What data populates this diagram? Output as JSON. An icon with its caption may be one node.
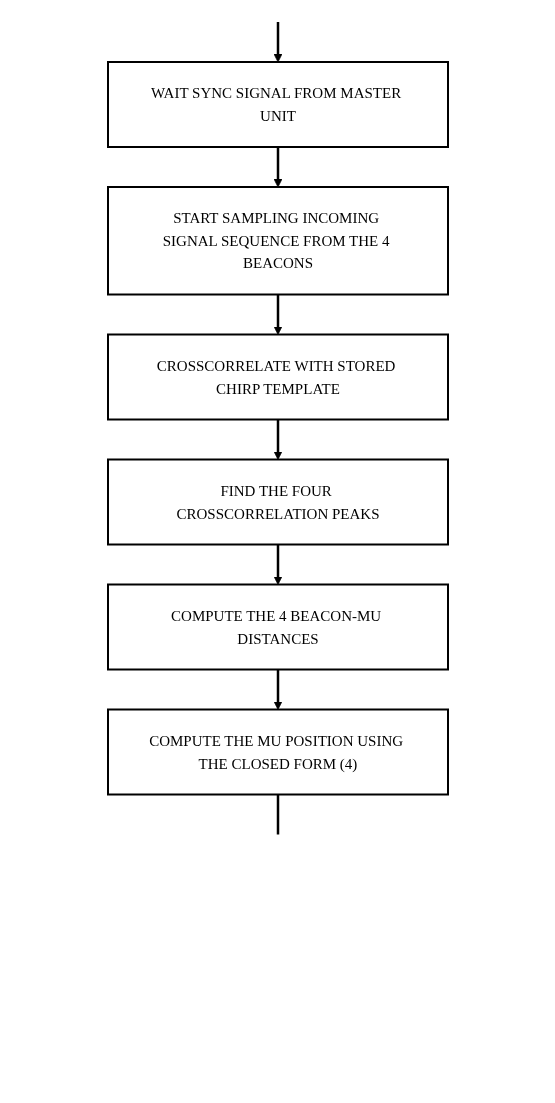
{
  "diagram": {
    "nodes": [
      {
        "text": [
          "WAIT SYNC SIGNAL FROM MASTER UNIT"
        ]
      },
      {
        "text": [
          "START SAMPLING INCOMING SIGNAL SEQUENCE FROM THE 4 BEACONS"
        ]
      },
      {
        "text": [
          "CROSSCORRELATE WITH STORED CHIRP TEMPLATE"
        ]
      },
      {
        "text": [
          "FIND THE FOUR CROSSCORRELATION PEAKS"
        ]
      },
      {
        "text": [
          "COMPUTE THE 4 BEACON-MU DISTANCES"
        ]
      },
      {
        "text": [
          "COMPUTE THE MU POSITION USING THE CLOSED FORM (4)"
        ]
      }
    ],
    "edges": [
      {
        "from": null,
        "to": 0,
        "arrow": "to"
      },
      {
        "from": 0,
        "to": 1,
        "arrow": "to"
      },
      {
        "from": 1,
        "to": 2,
        "arrow": "to"
      },
      {
        "from": 2,
        "to": 3,
        "arrow": "to"
      },
      {
        "from": 3,
        "to": 4,
        "arrow": "to"
      },
      {
        "from": 4,
        "to": 5,
        "arrow": "to"
      },
      {
        "from": 5,
        "to": null,
        "arrow": "none"
      }
    ]
  }
}
